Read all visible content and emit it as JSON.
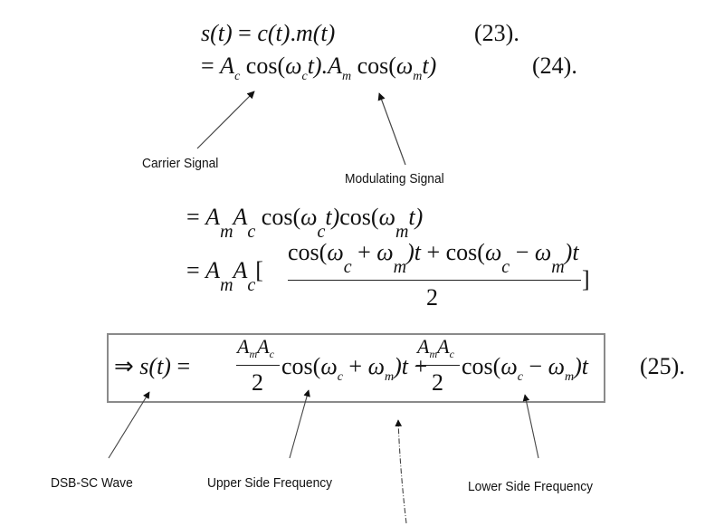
{
  "equations": {
    "eq23": {
      "lhs": "s(t)",
      "eq_sign": "=",
      "rhs_c": "c(t)",
      "dot": ".",
      "rhs_m": "m(t)",
      "number": "(23)."
    },
    "eq24": {
      "eq_sign": "=",
      "A": "A",
      "c": "c",
      "cos": "cos(",
      "omega": "ω",
      "t_close": "t).",
      "m": "m",
      "t_close2": "t)",
      "number": "(24)."
    },
    "step1": {
      "eq_sign": "=",
      "A": "A",
      "m": "m",
      "c": "c",
      "cos": "cos(",
      "omega": "ω",
      "t_close": "t)",
      "t_close2": "t)"
    },
    "step2": {
      "eq_sign": "=",
      "A": "A",
      "m": "m",
      "c": "c",
      "open_bracket": "[",
      "cos": "cos(",
      "omega": "ω",
      "plus": " + ",
      "minus": " − ",
      "close_t": ")t",
      "plus_cos": " + cos(",
      "denominator": "2",
      "close_bracket": "]"
    },
    "eq25": {
      "implies": "⇒",
      "lhs": "s(t)",
      "eq_sign": "=",
      "A": "A",
      "m": "m",
      "c": "c",
      "denominator": "2",
      "cos": "cos(",
      "omega": "ω",
      "plus": " + ",
      "minus": " − ",
      "close_t": ")t",
      "plus_sign": " + ",
      "number": "(25)."
    }
  },
  "labels": {
    "carrier": "Carrier Signal",
    "modulating": "Modulating Signal",
    "dsbsc": "DSB-SC Wave",
    "upper": "Upper Side Frequency",
    "lower": "Lower Side Frequency"
  }
}
